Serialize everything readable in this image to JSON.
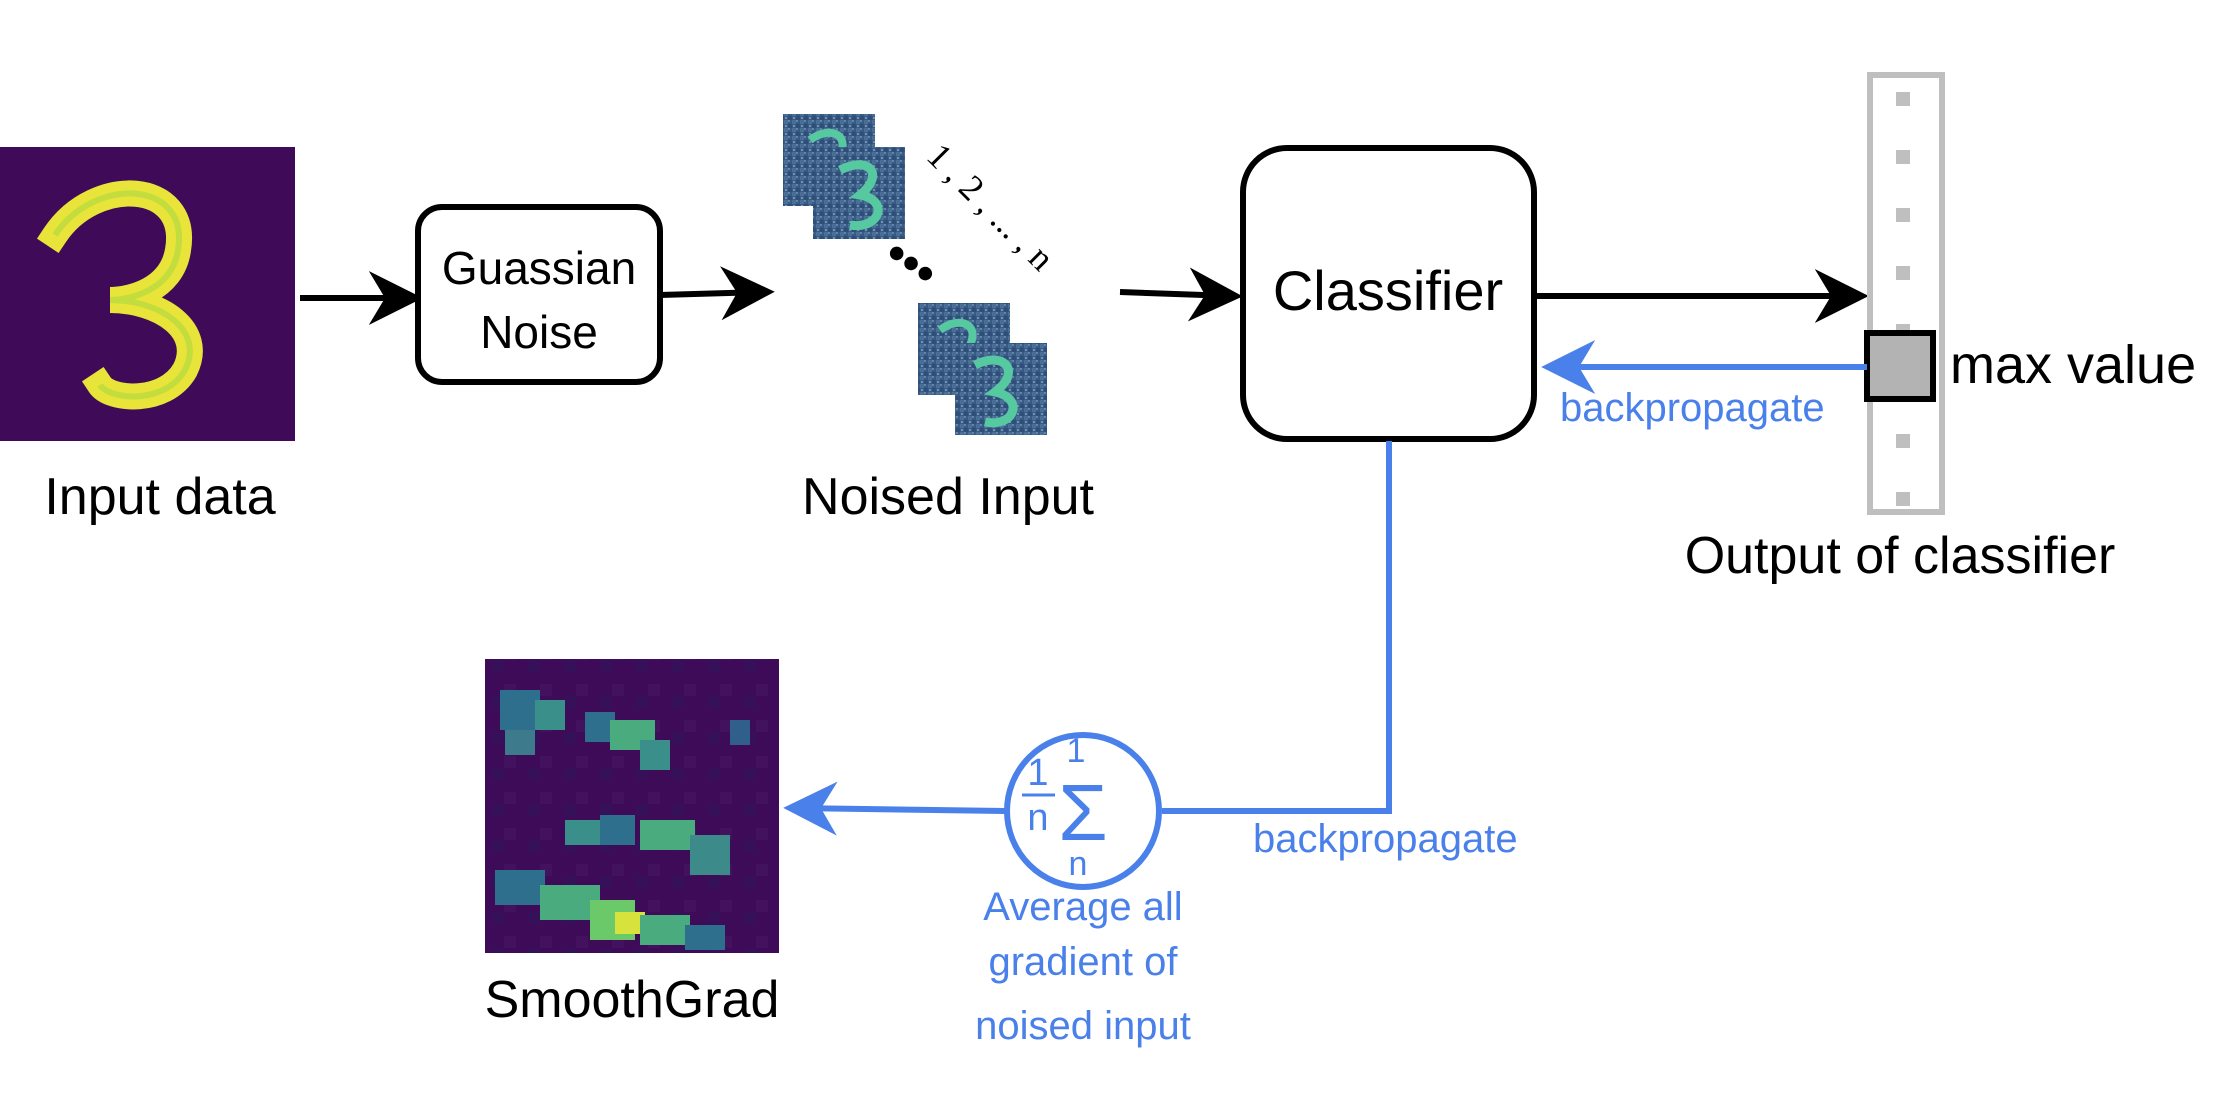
{
  "labels": {
    "input_data": "Input data",
    "gaussian_noise_line1": "Guassian",
    "gaussian_noise_line2": "Noise",
    "noised_input": "Noised Input",
    "sample_count": "1 , 2 , ... , n",
    "classifier": "Classifier",
    "max_value": "max value",
    "output_of_classifier": "Output of classifier",
    "backpropagate_top": "backpropagate",
    "backpropagate_bottom": "backpropagate",
    "average_line1": "Average  all",
    "average_line2": "gradient of",
    "average_line3": "noised input",
    "smoothgrad": "SmoothGrad",
    "sum_top": "1",
    "sum_bottom": "n",
    "frac_num": "1",
    "frac_den": "n"
  },
  "colors": {
    "black": "#000000",
    "blue": "#4a80ea",
    "grey_bar": "#bfbfbf",
    "max_fill": "#b3b3b3",
    "digit_bg": "#3f0a57",
    "digit_fg": "#e8e43a",
    "noise_bg": "#3a5a86",
    "noise_fg": "#56c9a0"
  }
}
